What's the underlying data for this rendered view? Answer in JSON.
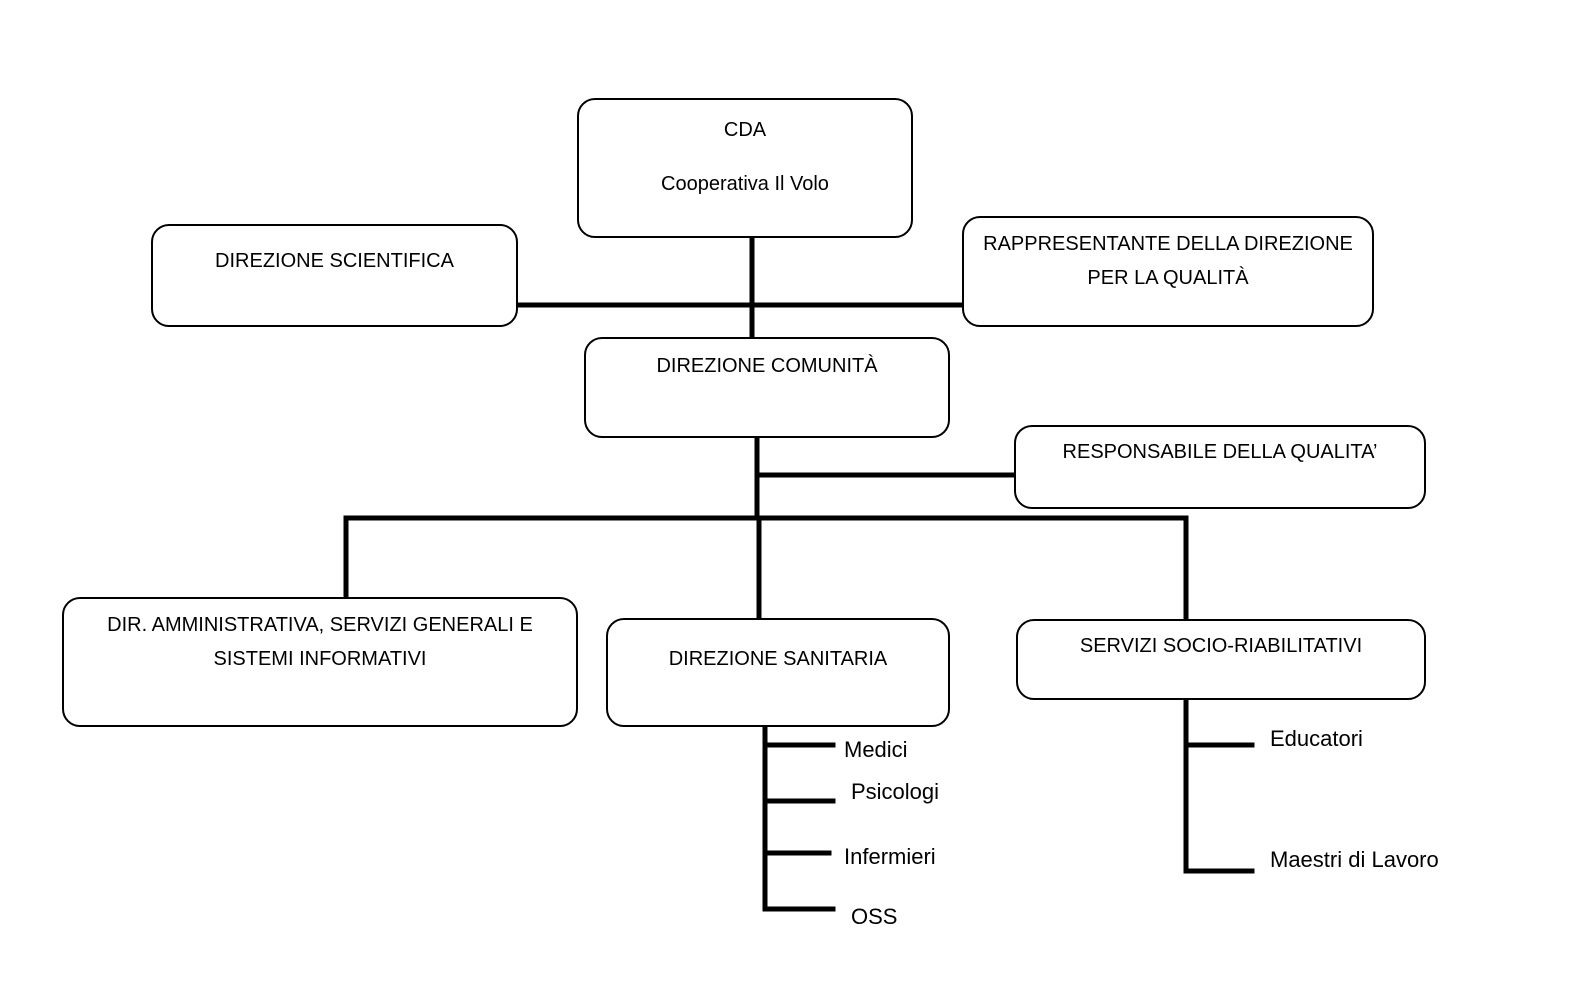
{
  "cda": {
    "line1": "CDA",
    "line2": "Cooperativa Il Volo"
  },
  "direzione_scientifica": {
    "label": "DIREZIONE SCIENTIFICA"
  },
  "rappresentante": {
    "line1": "RAPPRESENTANTE DELLA DIREZIONE",
    "line2": "PER LA QUALITÀ"
  },
  "direzione_comunita": {
    "label": "DIREZIONE COMUNITÀ"
  },
  "responsabile_qualita": {
    "label": "RESPONSABILE DELLA QUALITA’"
  },
  "dir_amministrativa": {
    "line1": "DIR. AMMINISTRATIVA, SERVIZI GENERALI E",
    "line2": "SISTEMI INFORMATIVI"
  },
  "direzione_sanitaria": {
    "label": "DIREZIONE SANITARIA",
    "staff": [
      "Medici",
      "Psicologi",
      "Infermieri",
      "OSS"
    ]
  },
  "servizi_socio": {
    "label": "SERVIZI SOCIO-RIABILITATIVI",
    "staff": [
      "Educatori",
      "Maestri di Lavoro"
    ]
  }
}
